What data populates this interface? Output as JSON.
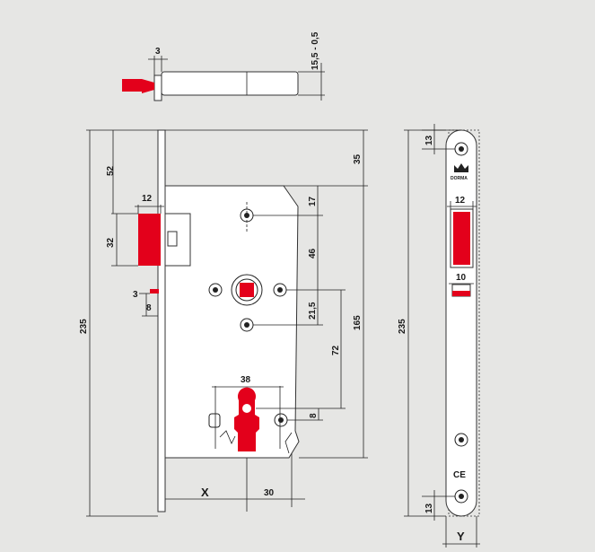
{
  "dimensions": {
    "top_width": "3",
    "top_height": "15,5 - 0,5",
    "backset_52": "52",
    "latch_width": "12",
    "latch_height": "32",
    "bolt_3": "3",
    "bolt_8": "8",
    "total_height": "235",
    "dim_35": "35",
    "dim_17": "17",
    "dim_46": "46",
    "dim_21_5": "21,5",
    "dim_72": "72",
    "dim_165": "165",
    "dim_38": "38",
    "dim_8_cyl": "8",
    "x_label": "X",
    "dim_30": "30",
    "faceplate_13_top": "13",
    "faceplate_12": "12",
    "faceplate_10": "10",
    "faceplate_235": "235",
    "faceplate_13_bottom": "13",
    "y_label": "Y"
  },
  "labels": {
    "brand": "DORMA",
    "ce_mark": "CE"
  },
  "colors": {
    "accent": "#e3001b",
    "background": "#e6e6e4"
  }
}
